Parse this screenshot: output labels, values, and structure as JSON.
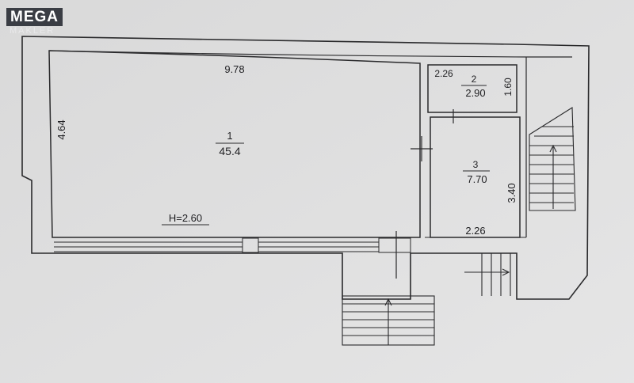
{
  "watermark": {
    "brand": "MEGA",
    "sub": "MAKLER"
  },
  "rooms": [
    {
      "number": "1",
      "area": "45.4"
    },
    {
      "number": "2",
      "area": "2.90"
    },
    {
      "number": "3",
      "area": "7.70"
    }
  ],
  "dimensions": {
    "room1_length": "9.78",
    "room1_width": "4.64",
    "ceiling_height": "H=2.60",
    "room2_width": "2.26",
    "room2_depth": "1.60",
    "room3_width": "2.26",
    "room3_depth": "3.40"
  },
  "colors": {
    "paper": "#e6e6e6",
    "line": "#2a2a2c",
    "background": "#cfcfd0"
  }
}
